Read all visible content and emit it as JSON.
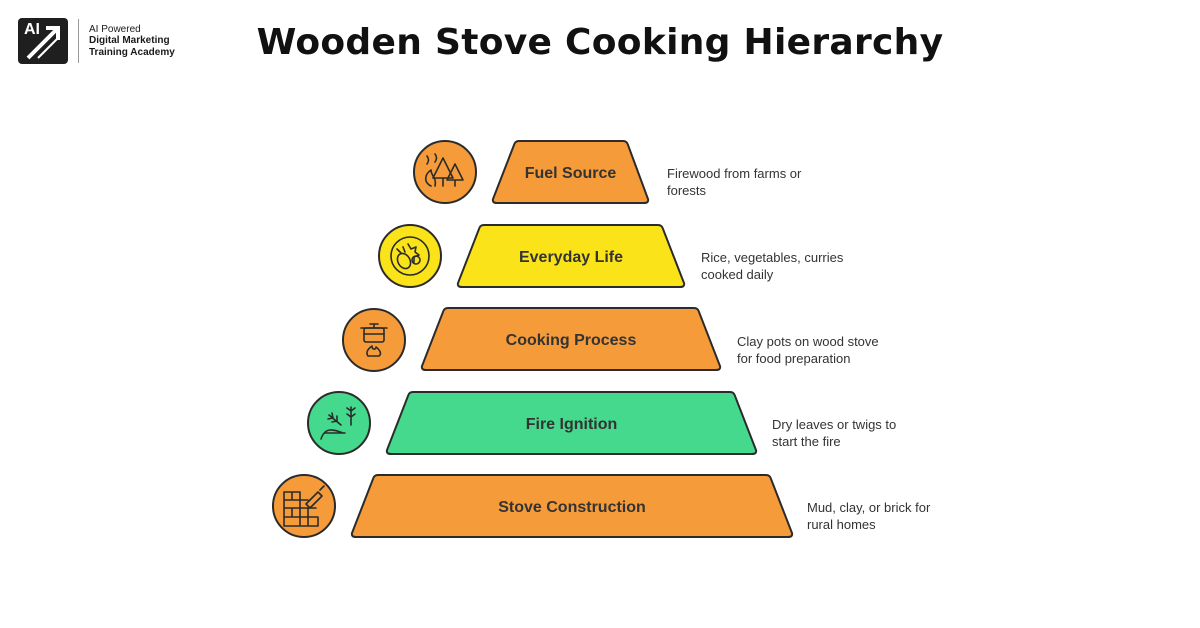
{
  "brand": {
    "mark": "AI",
    "line1": "AI Powered",
    "line2": "Digital Marketing",
    "line3": "Training Academy"
  },
  "title": "Wooden Stove Cooking Hierarchy",
  "levels": [
    {
      "label": "Fuel Source",
      "description": [
        "Firewood from farms or",
        "forests"
      ],
      "color": "#F59B3A",
      "icon": "forest-fire-icon"
    },
    {
      "label": "Everyday Life",
      "description": [
        "Rice, vegetables, curries",
        "cooked daily"
      ],
      "color": "#FBE31A",
      "icon": "food-plate-icon"
    },
    {
      "label": "Cooking Process",
      "description": [
        "Clay pots on wood stove",
        "for food preparation"
      ],
      "color": "#F59B3A",
      "icon": "pot-on-fire-icon"
    },
    {
      "label": "Fire Ignition",
      "description": [
        "Dry leaves or twigs to",
        "start the fire"
      ],
      "color": "#44D98C",
      "icon": "twigs-icon"
    },
    {
      "label": "Stove Construction",
      "description": [
        "Mud, clay, or brick for",
        "rural homes"
      ],
      "color": "#F59B3A",
      "icon": "brick-wall-icon"
    }
  ]
}
